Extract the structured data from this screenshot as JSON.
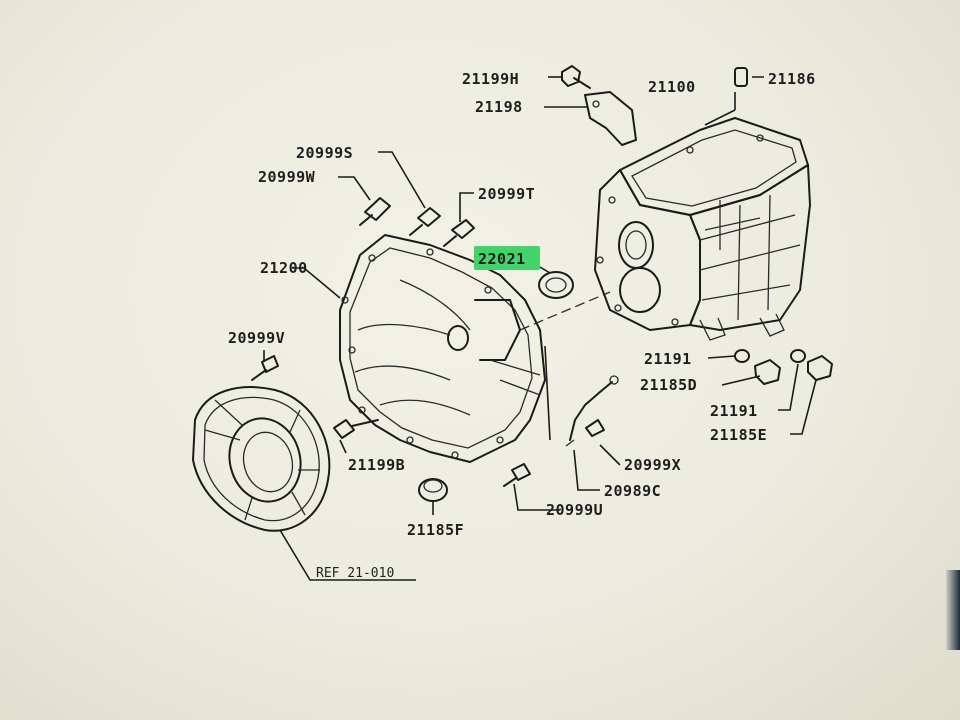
{
  "diagram": {
    "labels": {
      "p21199H": "21199H",
      "p21198": "21198",
      "p21100": "21100",
      "p21186": "21186",
      "p20999S": "20999S",
      "p20999W": "20999W",
      "p20999T": "20999T",
      "p22021": "22021",
      "p21200": "21200",
      "p20999V": "20999V",
      "p21191a": "21191",
      "p21185D": "21185D",
      "p21191b": "21191",
      "p21185E": "21185E",
      "p20999X": "20999X",
      "p20989C": "20989C",
      "p21199B": "21199B",
      "p20999U": "20999U",
      "p21185F": "21185F",
      "ref": "REF 21-010"
    },
    "highlighted_part": "22021",
    "highlight_color": "#43d36a"
  }
}
